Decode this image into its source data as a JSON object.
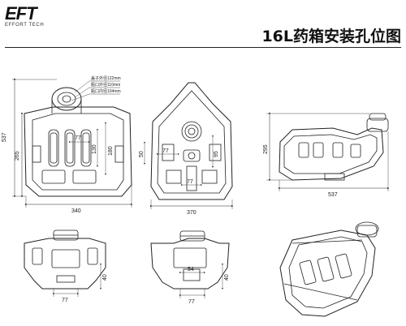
{
  "header": {
    "logo": "EFT",
    "logo_sub": "EFFORT TECH",
    "title": "16L药箱安装孔位图"
  },
  "top_view": {
    "notes": [
      "盖子外径122mm",
      "瓶口外径110mm",
      "瓶口内径104mm"
    ],
    "dim_height": "537",
    "dim_lower_height": "265",
    "dim_width": "340",
    "dim_slot_width": "77",
    "dim_slot_height": "130",
    "dim_side_height": "180"
  },
  "bottom_view": {
    "dim_width": "370",
    "dim_small_left": "77",
    "dim_left_height": "50",
    "dim_center_width": "77",
    "dim_right_height": "95"
  },
  "side_view": {
    "dim_height": "295",
    "dim_length": "537"
  },
  "front_view": {
    "dim_height": "40",
    "dim_width": "77"
  },
  "rear_view": {
    "dim_slot": "54",
    "dim_height": "40",
    "dim_width": "77"
  }
}
